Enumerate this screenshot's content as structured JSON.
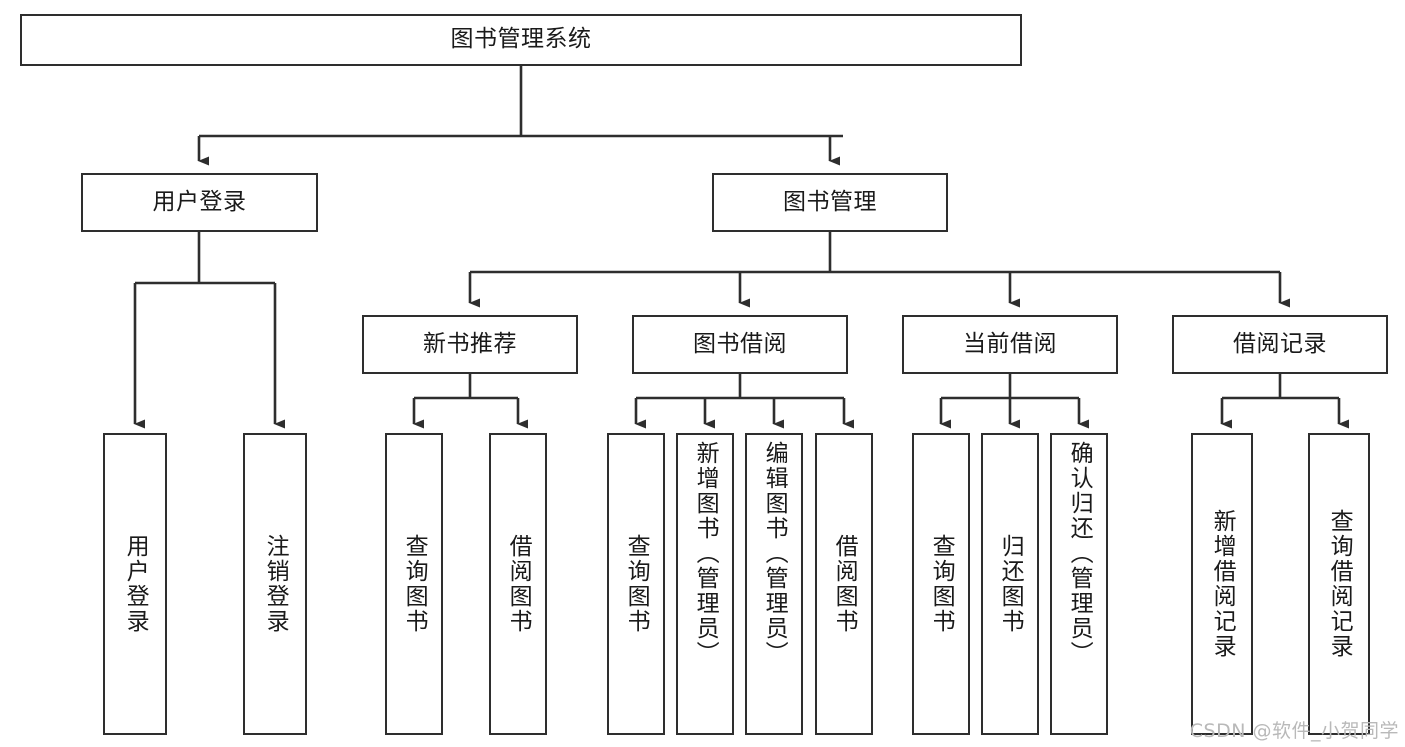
{
  "diagram": {
    "type": "tree-flowchart",
    "title": "图书管理系统",
    "watermark": "CSDN @软件_小贺同学",
    "colors": {
      "box_border": "#2e2e2e",
      "box_fill": "#ffffff",
      "connector": "#2e2e2e",
      "text": "#1a1a1a",
      "watermark": "#b9b9b9"
    },
    "nodes": {
      "root": {
        "label": "图书管理系统",
        "orientation": "horizontal"
      },
      "level2": [
        {
          "id": "user-login",
          "label": "用户登录",
          "orientation": "horizontal"
        },
        {
          "id": "book-manage",
          "label": "图书管理",
          "orientation": "horizontal"
        }
      ],
      "level3": [
        {
          "id": "new-book-recommend",
          "label": "新书推荐",
          "orientation": "horizontal"
        },
        {
          "id": "book-borrow",
          "label": "图书借阅",
          "orientation": "horizontal"
        },
        {
          "id": "current-borrow",
          "label": "当前借阅",
          "orientation": "horizontal"
        },
        {
          "id": "borrow-record",
          "label": "借阅记录",
          "orientation": "horizontal"
        }
      ],
      "leaves": {
        "user-login": [
          {
            "id": "leaf-user-login",
            "label": "用户登录",
            "orientation": "vertical"
          },
          {
            "id": "leaf-user-logout",
            "label": "注销登录",
            "orientation": "vertical"
          }
        ],
        "new-book-recommend": [
          {
            "id": "leaf-query-book-1",
            "label": "查询图书",
            "orientation": "vertical"
          },
          {
            "id": "leaf-borrow-book-1",
            "label": "借阅图书",
            "orientation": "vertical"
          }
        ],
        "book-borrow": [
          {
            "id": "leaf-query-book-2",
            "label": "查询图书",
            "orientation": "vertical"
          },
          {
            "id": "leaf-add-book",
            "label": "新增图书（管理员）",
            "orientation": "vertical"
          },
          {
            "id": "leaf-edit-book",
            "label": "编辑图书（管理员）",
            "orientation": "vertical"
          },
          {
            "id": "leaf-borrow-book-2",
            "label": "借阅图书",
            "orientation": "vertical"
          }
        ],
        "current-borrow": [
          {
            "id": "leaf-query-book-3",
            "label": "查询图书",
            "orientation": "vertical"
          },
          {
            "id": "leaf-return-book",
            "label": "归还图书",
            "orientation": "vertical"
          },
          {
            "id": "leaf-confirm-return",
            "label": "确认归还（管理员）",
            "orientation": "vertical"
          }
        ],
        "borrow-record": [
          {
            "id": "leaf-add-record",
            "label": "新增借阅记录",
            "orientation": "vertical"
          },
          {
            "id": "leaf-query-record",
            "label": "查询借阅记录",
            "orientation": "vertical"
          }
        ]
      }
    }
  }
}
